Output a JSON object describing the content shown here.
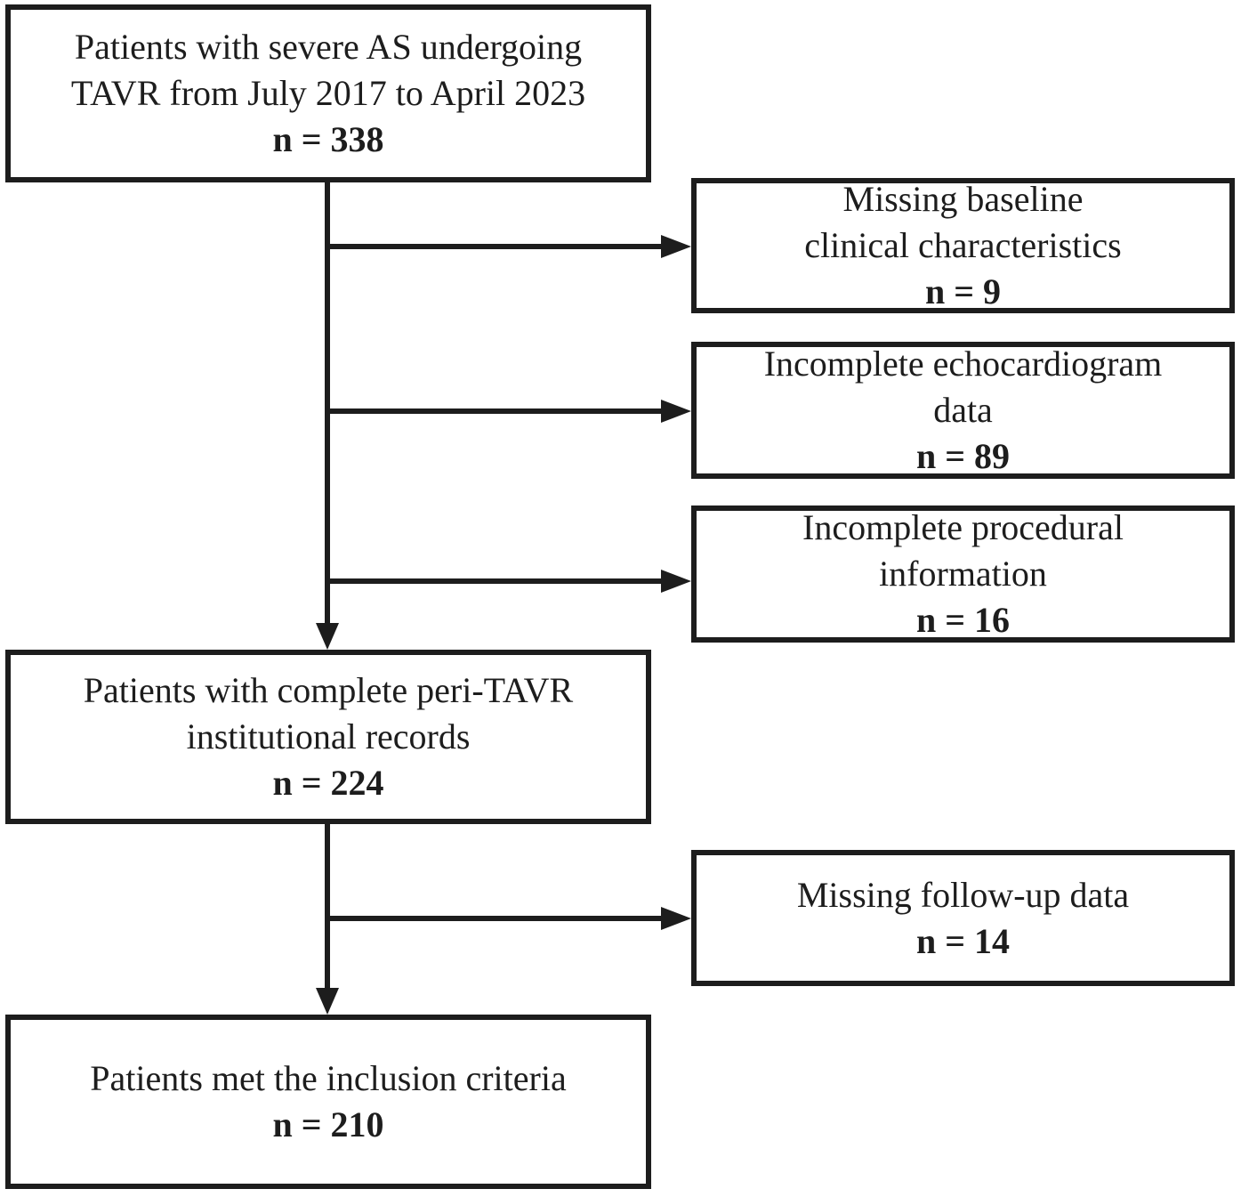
{
  "figure": {
    "type": "patient-flow-diagram",
    "background_color": "#ffffff",
    "ink_color": "#1d1d1d"
  },
  "flow": {
    "main_boxes": [
      {
        "lines": [
          "Patients with severe AS undergoing",
          "TAVR from July 2017 to April 2023"
        ],
        "count": "n = 338"
      },
      {
        "lines": [
          "Patients with complete peri-TAVR",
          "institutional records"
        ],
        "count": "n = 224"
      },
      {
        "lines": [
          "Patients met the inclusion criteria"
        ],
        "count": "n = 210"
      }
    ],
    "exclusion_boxes": [
      {
        "lines": [
          "Missing baseline",
          "clinical characteristics"
        ],
        "count": "n = 9"
      },
      {
        "lines": [
          "Incomplete echocardiogram",
          "data"
        ],
        "count": "n = 89"
      },
      {
        "lines": [
          "Incomplete procedural",
          "information"
        ],
        "count": "n = 16"
      },
      {
        "lines": [
          "Missing follow-up data"
        ],
        "count": "n = 14"
      }
    ]
  }
}
